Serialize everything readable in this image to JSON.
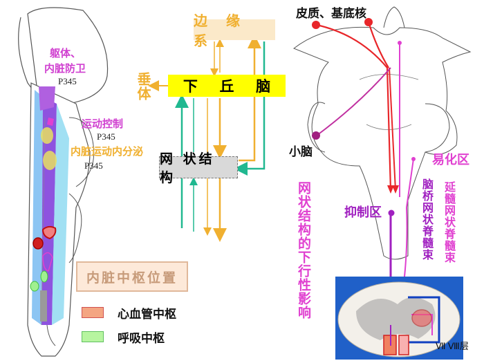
{
  "left_panel": {
    "label_somatic": "躯体、",
    "label_visceral_defense": "内脏防卫",
    "page_ref_1": "P345",
    "label_motor_control": "运动控制",
    "page_ref_2": "P345",
    "label_visceral_motor": "内脏运动内分泌",
    "page_ref_3": "P345",
    "title_box": "内脏中枢位置",
    "legend": [
      {
        "label": "心血管中枢",
        "color": "#f4a582"
      },
      {
        "label": "呼吸中枢",
        "color": "#b7f5a0"
      }
    ]
  },
  "center_panel": {
    "limbic_system": "边 缘 系",
    "hypophysis": "垂体",
    "hypothalamus_chars": [
      "下",
      "丘",
      "脑"
    ],
    "reticular_formation": "网 状结 构",
    "descending_title": "网状结构的下行性影响"
  },
  "right_panel": {
    "cortex_basal": "皮质、基底核",
    "cerebellum": "小脑",
    "facilitation": "易化区",
    "inhibition": "抑制区",
    "pontine_rst": "脑桥网状脊髓束",
    "medullary_rst": "延髓网状脊髓束",
    "layer_label": "Ⅶ Ⅷ层"
  },
  "colors": {
    "red": "#e8262a",
    "magenta": "#e040d0",
    "purple": "#a020c0",
    "gold": "#f0b030",
    "teal": "#20b890",
    "yellow": "#ffff00"
  }
}
